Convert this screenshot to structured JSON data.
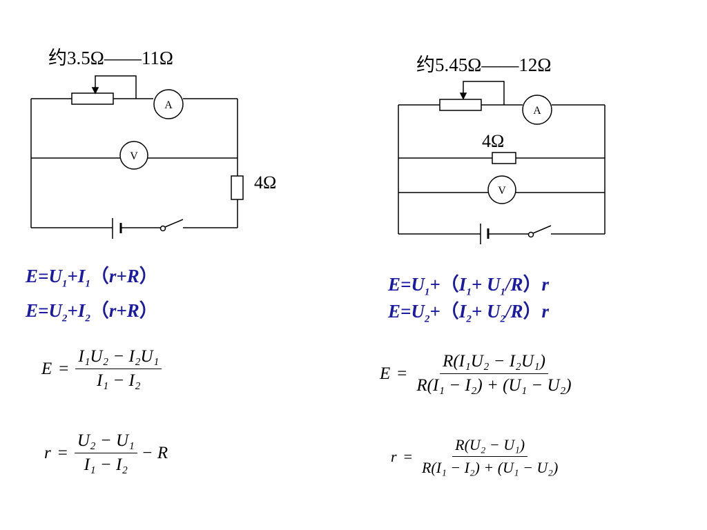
{
  "left": {
    "range_label": "约3.5Ω——11Ω",
    "resistor_label": "4Ω",
    "ammeter": "A",
    "voltmeter": "V",
    "eq1": {
      "lhs": "E=U",
      "s1": "1",
      "plus": "+I",
      "s2": "1",
      "paren_open": "（",
      "inner": "r+R",
      "paren_close": "）"
    },
    "eq2": {
      "lhs": "E=U",
      "s1": "2",
      "plus": "+I",
      "s2": "2",
      "paren_open": "（",
      "inner": "r+R",
      "paren_close": "）"
    },
    "formula_E": {
      "lhs": "E",
      "eq": "=",
      "num": "I₁U₂ − I₂U₁",
      "den": "I₁ − I₂"
    },
    "formula_r": {
      "lhs": "r",
      "eq": "=",
      "num": "U₂ − U₁",
      "den": "I₁ − I₂",
      "tail": "− R"
    }
  },
  "right": {
    "range_label": "约5.45Ω——12Ω",
    "resistor_label": "4Ω",
    "ammeter": "A",
    "voltmeter": "V",
    "eq1": {
      "lhs": "E=U",
      "s1": "1",
      "plus": "+",
      "paren_open": "（",
      "i": "I",
      "s2": "1",
      "plus2": "+ U",
      "s3": "1",
      "tail": "/R",
      "paren_close": "）",
      "r": "r"
    },
    "eq2": {
      "lhs": "E=U",
      "s1": "2",
      "plus": "+",
      "paren_open": "（",
      "i": "I",
      "s2": "2",
      "plus2": "+ U",
      "s3": "2",
      "tail": "/R",
      "paren_close": "）",
      "r": "r"
    },
    "formula_E": {
      "lhs": "E",
      "eq": "=",
      "num": "R(I₁U₂ − I₂U₁)",
      "den": "R(I₁ − I₂) + (U₁ − U₂)"
    },
    "formula_r": {
      "lhs": "r",
      "eq": "=",
      "num": "R(U₂ − U₁)",
      "den": "R(I₁ − I₂) + (U₁ − U₂)"
    }
  }
}
